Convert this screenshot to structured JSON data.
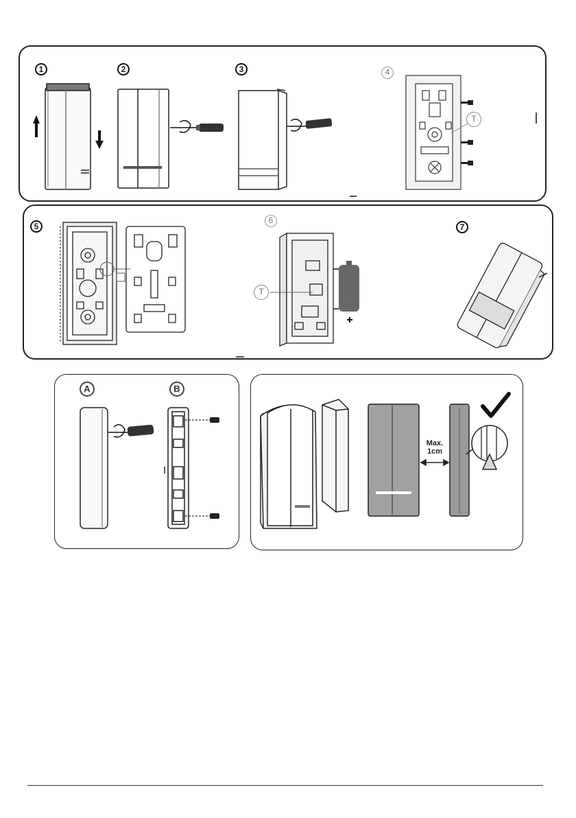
{
  "steps": {
    "s1": "1",
    "s2": "2",
    "s3": "3",
    "s4": "4",
    "s5": "5",
    "s6": "6",
    "s7": "7"
  },
  "terminal_label": "T",
  "variants": {
    "a": "A",
    "b": "B"
  },
  "gap_label": {
    "line1": "Max.",
    "line2": "1cm"
  },
  "colors": {
    "outline": "#222222",
    "device_gray": "#9a9a9a",
    "device_dark": "#6e6e6e",
    "panel_bg": "#ffffff"
  }
}
